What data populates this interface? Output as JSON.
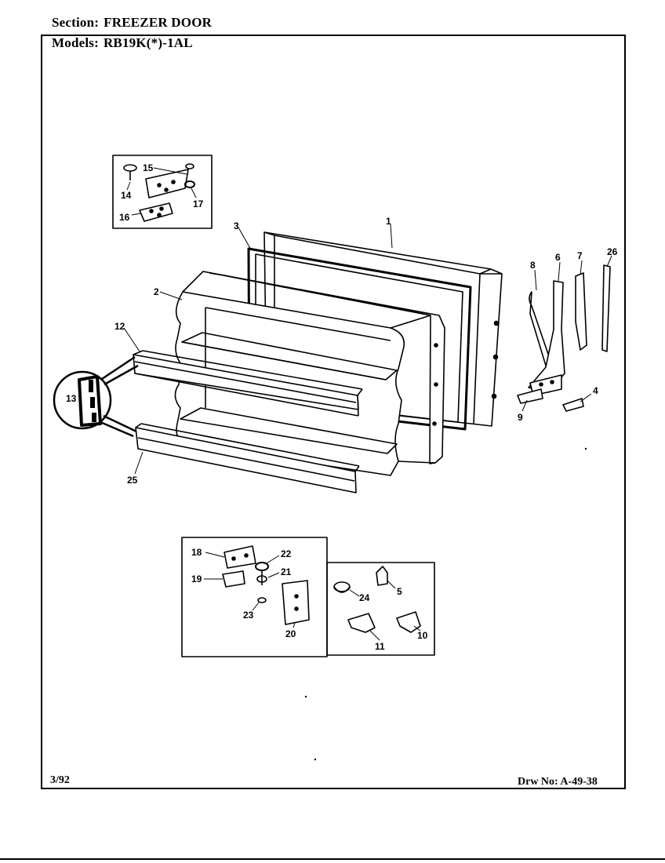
{
  "header": {
    "section_label": "Section:",
    "section_value": "FREEZER DOOR",
    "models_label": "Models:",
    "models_value": "RB19K(*)-1AL"
  },
  "footer": {
    "date": "3/92",
    "drawing_number": "Drw No: A-49-38"
  },
  "callouts": {
    "c1": "1",
    "c2": "2",
    "c3": "3",
    "c4": "4",
    "c5": "5",
    "c6": "6",
    "c7": "7",
    "c8": "8",
    "c9": "9",
    "c10": "10",
    "c11": "11",
    "c12": "12",
    "c13": "13",
    "c14": "14",
    "c15": "15",
    "c16": "16",
    "c17": "17",
    "c18": "18",
    "c19": "19",
    "c20": "20",
    "c21": "21",
    "c22": "22",
    "c23": "23",
    "c24": "24",
    "c25": "25",
    "c26": "26"
  },
  "colors": {
    "ink": "#000000",
    "paper": "#ffffff"
  }
}
